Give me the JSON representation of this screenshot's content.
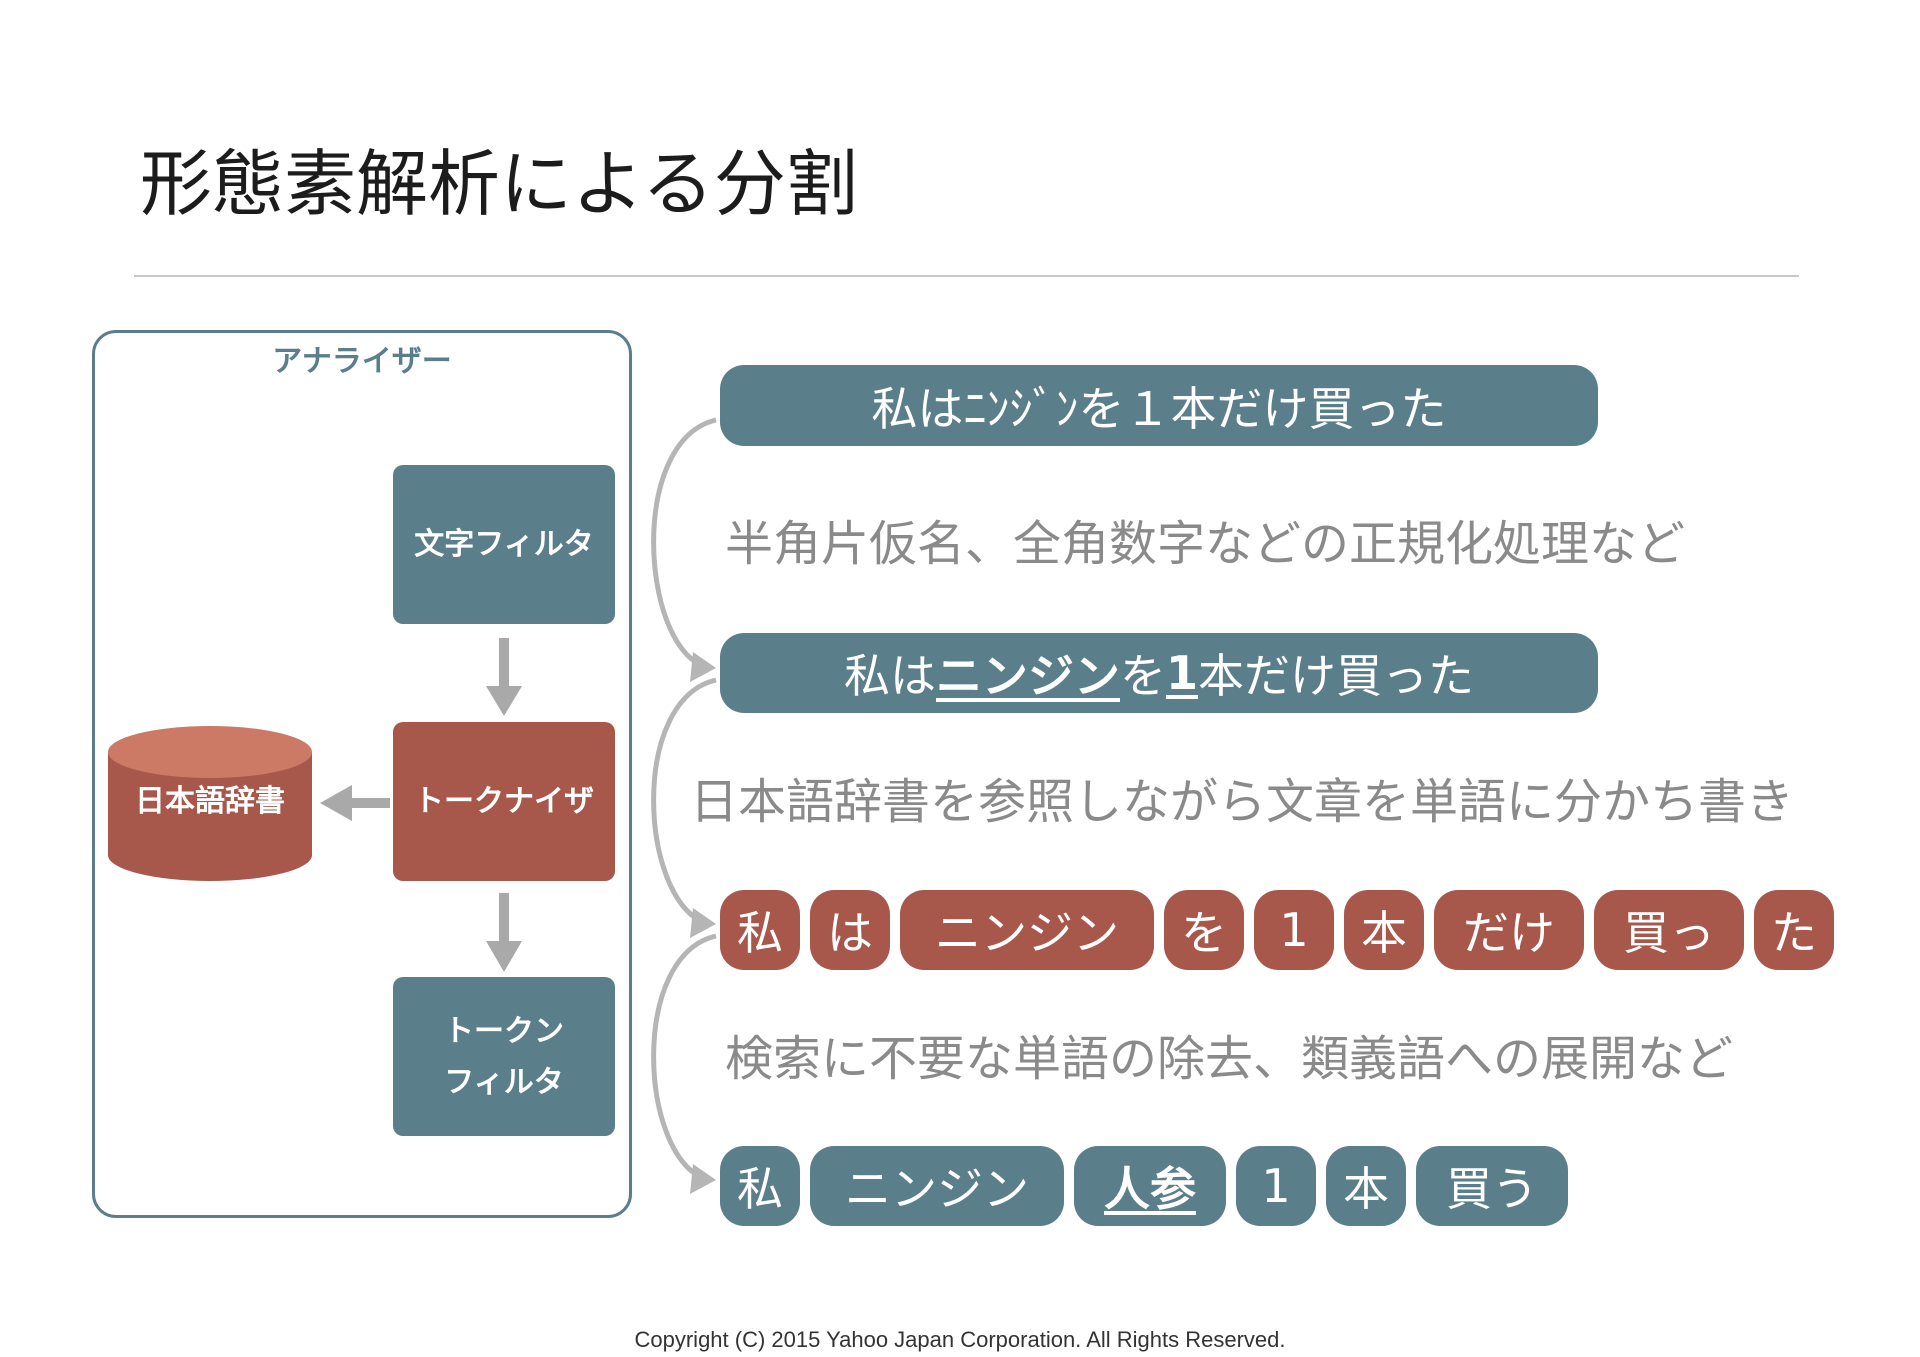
{
  "title": "形態素解析による分割",
  "analyzer": {
    "label": "アナライザー",
    "char_filter": "文字フィルタ",
    "tokenizer": "トークナイザ",
    "token_filter_line1": "トークン",
    "token_filter_line2": "フィルタ",
    "dictionary": "日本語辞書"
  },
  "sentences": {
    "raw": "私はﾆﾝｼﾞﾝを１本だけ買った",
    "normalized": {
      "part1": "私は",
      "part2": "ニンジン",
      "part3": "を",
      "part4": "1",
      "part5": "本だけ買った"
    }
  },
  "descriptions": {
    "step1": "半角片仮名、全角数字などの正規化処理など",
    "step2": "日本語辞書を参照しながら文章を単語に分かち書き",
    "step3": "検索に不要な単語の除去、類義語への展開など"
  },
  "tokens": [
    "私",
    "は",
    "ニンジン",
    "を",
    "1",
    "本",
    "だけ",
    "買っ",
    "た"
  ],
  "filtered_tokens": [
    "私",
    "ニンジン",
    "人参",
    "1",
    "本",
    "買う"
  ],
  "copyright": "Copyright (C) 2015 Yahoo Japan Corporation. All Rights Reserved.",
  "colors": {
    "teal": "#5b7e8b",
    "red": "#a7584b",
    "dictionary_top": "#cc7a66",
    "arrow_gray": "#a9a9a9",
    "description_gray": "#8a8a8a"
  }
}
